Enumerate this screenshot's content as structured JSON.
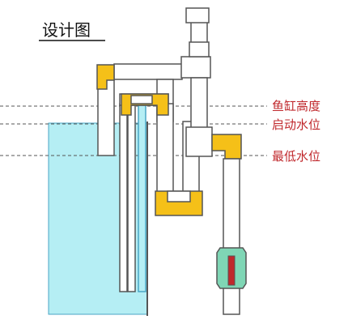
{
  "title": "设计图",
  "levels": {
    "tank_height": "鱼缸高度",
    "start_level": "启动水位",
    "min_level": "最低水位"
  },
  "colors": {
    "water": "#b5eef4",
    "water_edge": "#4aa6c5",
    "pipe": "#ffffff",
    "pipe_stroke": "#555555",
    "elbow": "#f5c018",
    "valve": "#7fd6b5",
    "valve_mark": "#c0282c",
    "level_text": "#c0282c",
    "dashed": "#555555"
  }
}
